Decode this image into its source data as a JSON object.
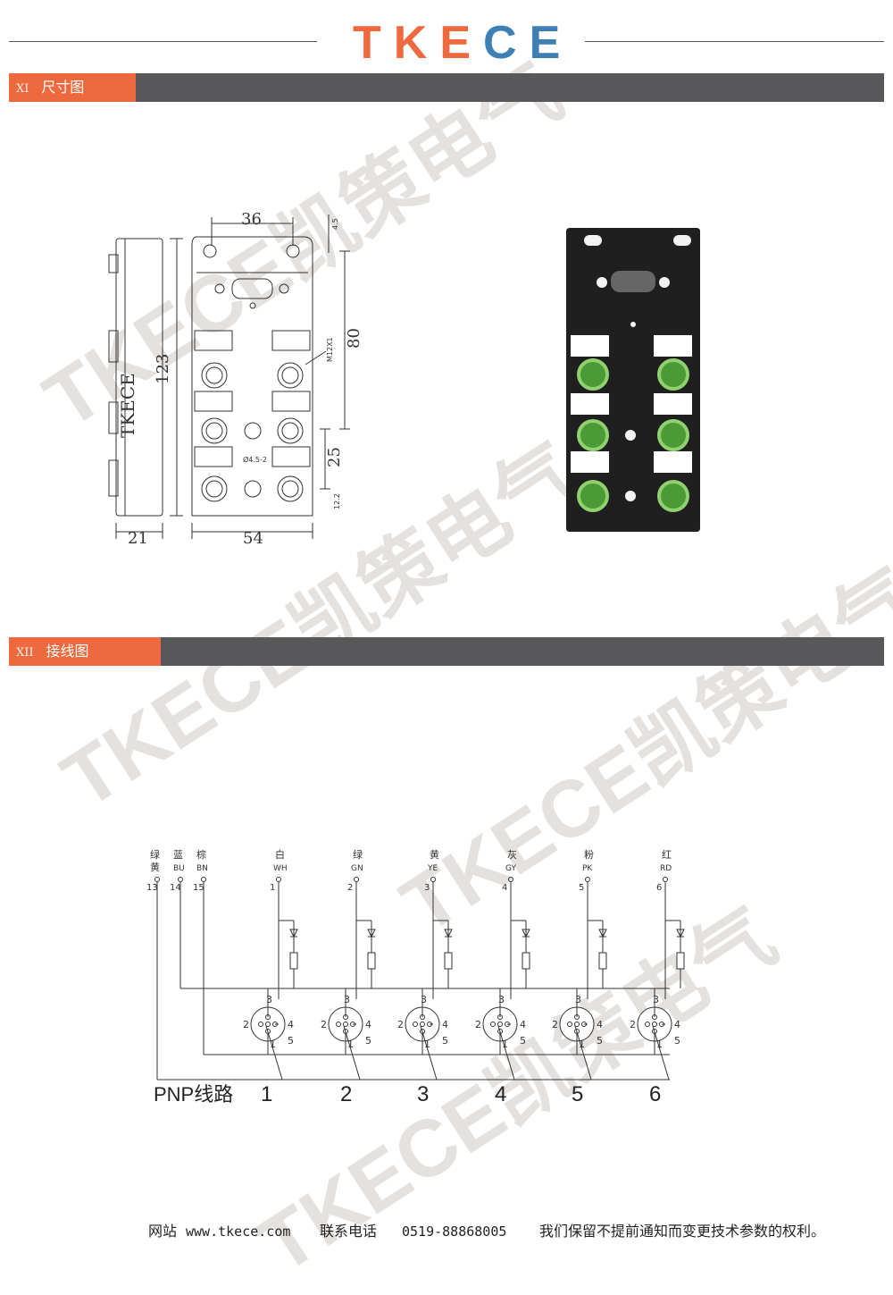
{
  "header": {
    "logo_letters": [
      "T",
      "K",
      "E",
      "C",
      "E"
    ],
    "logo_colors": [
      "#ee6a3e",
      "#ee6a3e",
      "#ee6a3e",
      "#3e7fb4",
      "#3e7fb4"
    ]
  },
  "sections": {
    "dimension": {
      "roman": "XI",
      "title": "尺寸图"
    },
    "wiring": {
      "roman": "XII",
      "title": "接线图"
    }
  },
  "dimensions": {
    "width_top": "36",
    "small_top": "4.5",
    "height_total": "123",
    "height_mount": "80",
    "pitch": "25",
    "bottom_small": "12.2",
    "side_depth": "21",
    "width_bottom": "54",
    "thread": "M12X1",
    "hole": "Ø4.5-2",
    "side_brand": "TKECE"
  },
  "wiring": {
    "common_wires": [
      {
        "cn": "绿黄",
        "cn1": "绿",
        "cn2": "黄",
        "pin": "13"
      },
      {
        "cn": "蓝",
        "code": "BU",
        "pin": "14"
      },
      {
        "cn": "棕",
        "code": "BN",
        "pin": "15"
      }
    ],
    "signal_wires": [
      {
        "cn": "白",
        "code": "WH",
        "pin": "1"
      },
      {
        "cn": "绿",
        "code": "GN",
        "pin": "2"
      },
      {
        "cn": "黄",
        "code": "YE",
        "pin": "3"
      },
      {
        "cn": "灰",
        "code": "GY",
        "pin": "4"
      },
      {
        "cn": "粉",
        "code": "PK",
        "pin": "5"
      },
      {
        "cn": "红",
        "code": "RD",
        "pin": "6"
      }
    ],
    "connector_pins": [
      "1",
      "2",
      "3",
      "4",
      "5"
    ],
    "pnp_label": "PNP线路",
    "channels": [
      "1",
      "2",
      "3",
      "4",
      "5",
      "6"
    ]
  },
  "footer": {
    "website_label": "网站",
    "website": "www.tkece.com",
    "contact_label": "联系电话",
    "phone": "0519-88868005",
    "notice": "我们保留不提前通知而变更技术参数的权利。"
  },
  "watermark": "TKECE凯策电气"
}
